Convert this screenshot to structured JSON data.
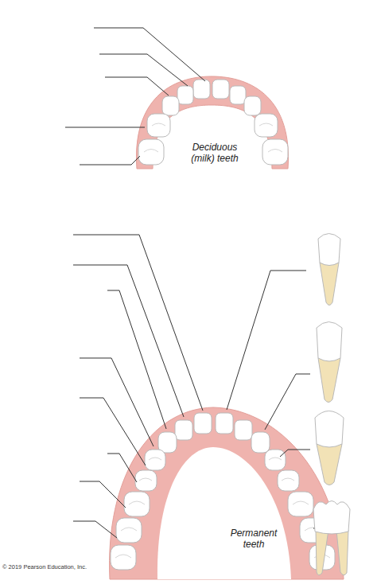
{
  "diagram": {
    "labels": [
      "Deciduous (milk) teeth",
      "Permanent teeth",
      "© 2019 Pearson Education, Inc."
    ]
  }
}
